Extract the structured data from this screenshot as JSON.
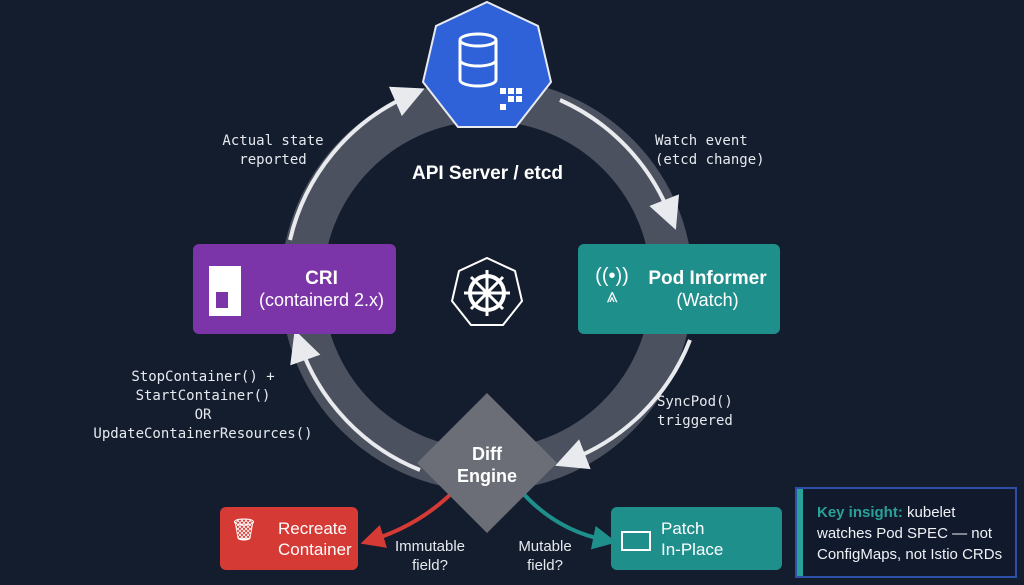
{
  "center": {
    "name": "API Server / etcd",
    "icon": "database-icon",
    "color": "#2f62d9"
  },
  "nodes": {
    "cri": {
      "title": "CRI",
      "subtitle": "(containerd 2.x)",
      "icon": "containerd-icon",
      "color": "#7b35a8"
    },
    "informer": {
      "title": "Pod Informer",
      "subtitle": "(Watch)",
      "icon": "antenna-icon",
      "color": "#1f8f8c"
    },
    "diff": {
      "line1": "Diff",
      "line2": "Engine",
      "color": "#6b6e76"
    },
    "recreate": {
      "line1": "Recreate",
      "line2": "Container",
      "icon": "trash-container-icon",
      "color": "#d63a35"
    },
    "patch": {
      "line1": "Patch",
      "line2": "In-Place",
      "icon": "patch-container-icon",
      "color": "#1f8f8c"
    }
  },
  "edges": {
    "actual_state": [
      "Actual state",
      "reported"
    ],
    "watch_event": [
      "Watch event",
      "(etcd change)"
    ],
    "syncpod": [
      "SyncPod()",
      "triggered"
    ],
    "cri_calls": [
      "StopContainer() +",
      "StartContainer()",
      "OR",
      "UpdateContainerResources()"
    ],
    "immutable": [
      "Immutable",
      "field?"
    ],
    "mutable": [
      "Mutable",
      "field?"
    ]
  },
  "insight": {
    "label": "Key insight:",
    "text": " kubelet watches Pod SPEC — not ConfigMaps, not Istio CRDs",
    "accent": "#2aa198"
  },
  "logo": "kubernetes-helm-icon"
}
